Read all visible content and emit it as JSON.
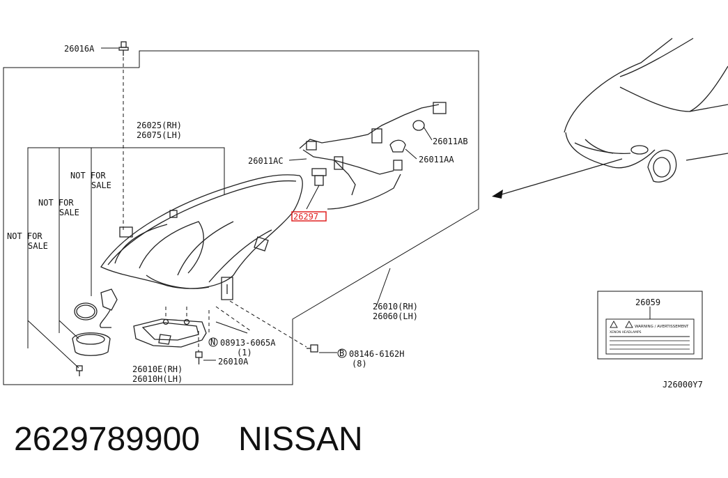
{
  "labels": {
    "p26016A": "26016A",
    "p26025": "26025(RH)",
    "p26075": "26075(LH)",
    "nfs1a": "NOT FOR",
    "nfs1b": "SALE",
    "nfs2a": "NOT FOR",
    "nfs2b": "SALE",
    "nfs3a": "NOT FOR",
    "nfs3b": "SALE",
    "p26011AC": "26011AC",
    "p26011AB": "26011AB",
    "p26011AA": "26011AA",
    "p26297": "26297",
    "p26010RH": "26010(RH)",
    "p26060LH": "26060(LH)",
    "p08913": "08913-6065A",
    "p08913q": "(1)",
    "p08146": "08146-6162H",
    "p08146q": "(8)",
    "p26010A": "26010A",
    "p26010E": "26010E(RH)",
    "p26010H": "26010H(LH)",
    "p26059": "26059",
    "warn": "WARNING / AVERTISSEMENT",
    "xenon": "XENON HEADLAMPS",
    "diagram_id": "J26000Y7",
    "circle_N": "N",
    "circle_B": "B"
  },
  "footer": {
    "part_number": "2629789900",
    "brand": "NISSAN"
  },
  "highlight_color": "#e02020"
}
